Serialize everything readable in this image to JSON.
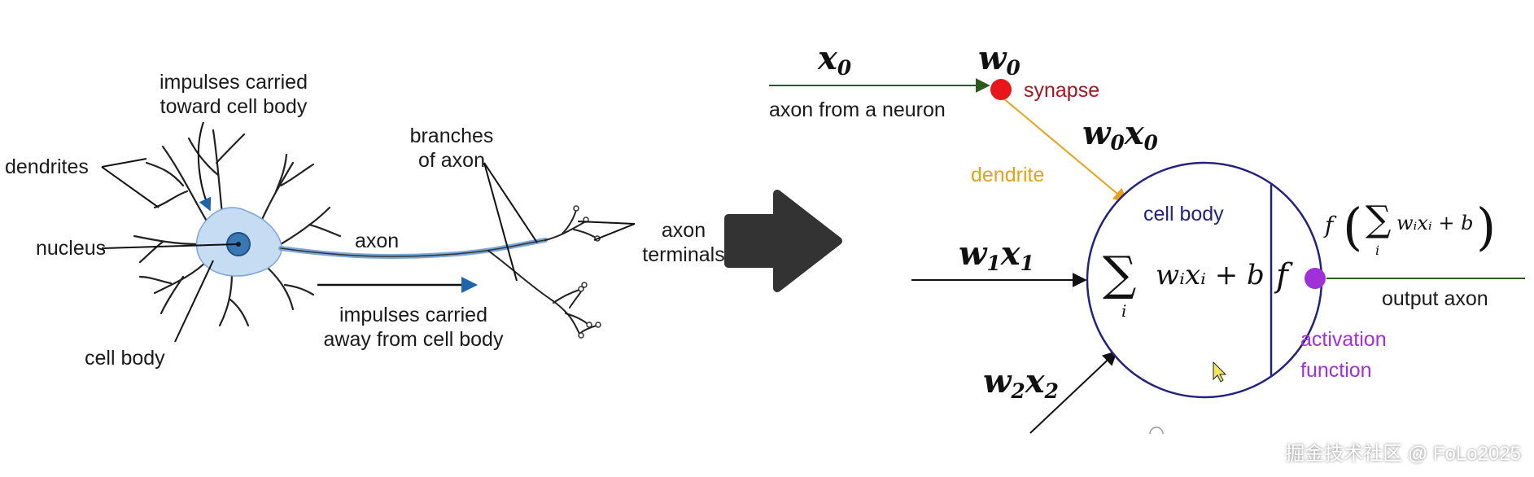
{
  "colors": {
    "synapse": "#e8161b",
    "synapse_text": "#a31621",
    "dendrite_text": "#e6a21a",
    "cell_body": "#23237e",
    "activation": "#a130d6",
    "cell_fill": "#c6dcf3",
    "nucleus": "#3a78b5",
    "arrow_accent": "#1f64ad"
  },
  "bio_labels": {
    "impulses_toward_1": "impulses carried",
    "impulses_toward_2": "toward cell body",
    "dendrites": "dendrites",
    "nucleus": "nucleus",
    "axon": "axon",
    "branches_1": "branches",
    "branches_2": "of axon",
    "axon_terminals_1": "axon",
    "axon_terminals_2": "terminals",
    "impulses_away_1": "impulses carried",
    "impulses_away_2": "away from cell body",
    "cell_body": "cell body"
  },
  "model_labels": {
    "x0_base": "x",
    "x0_sub": "0",
    "w0_base": "w",
    "w0_sub": "0",
    "synapse": "synapse",
    "axon_from_neuron": "axon from a neuron",
    "w0x0_w": "w",
    "w0x0_wsub": "0",
    "w0x0_x": "x",
    "w0x0_xsub": "0",
    "dendrite": "dendrite",
    "cell_body": "cell body",
    "w1x1_w": "w",
    "w1x1_wsub": "1",
    "w1x1_x": "x",
    "w1x1_xsub": "1",
    "w2x2_w": "w",
    "w2x2_wsub": "2",
    "w2x2_x": "x",
    "w2x2_xsub": "2",
    "sum_sigma": "∑",
    "sum_index": "i",
    "sum_expr": "wᵢxᵢ + b",
    "f_symbol": "f",
    "output_expr_f": "f",
    "output_expr_body": "wᵢxᵢ + b",
    "output_axon": "output axon",
    "activation_1": "activation",
    "activation_2": "function"
  },
  "watermark": "掘金技术社区 @ FoLo2025"
}
